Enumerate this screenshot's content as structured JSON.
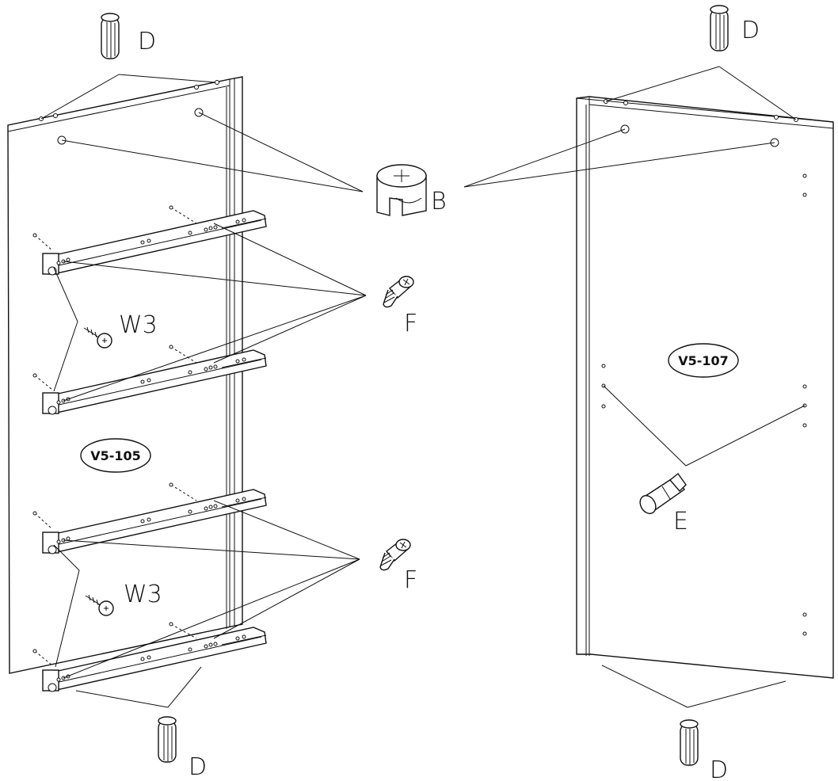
{
  "labels": {
    "dowel": "D",
    "cam_lock": "B",
    "screw_f": "F",
    "screw_w3": "W3",
    "connector_e": "E"
  },
  "panels": {
    "left_code": "V5-105",
    "right_code": "V5-107"
  },
  "colors": {
    "line": "#111111",
    "background": "#ffffff"
  }
}
